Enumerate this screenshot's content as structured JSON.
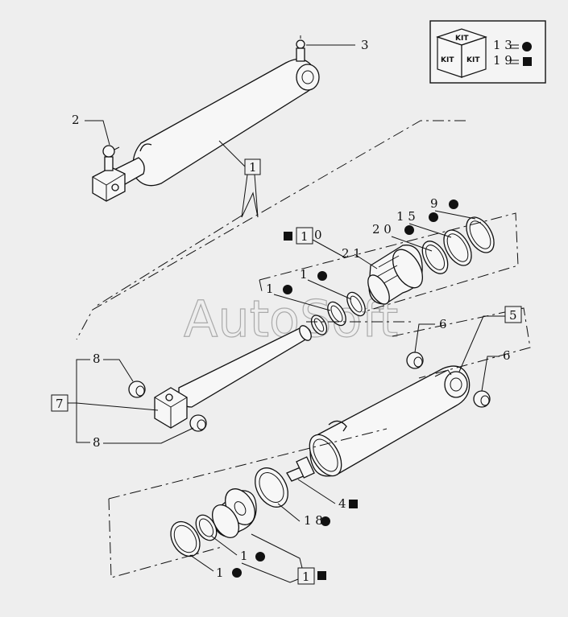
{
  "watermark": "AutoSoft",
  "kit_legend": {
    "cube_faces": [
      "KIT",
      "KIT",
      "KIT"
    ],
    "row1": "1 3",
    "row2": "1 9"
  },
  "callouts": {
    "c3": "3",
    "c2": "2",
    "c1_box_top": "1",
    "c9": "9",
    "c15": "1 5",
    "c20": "2 0",
    "c1_box_mid": "1",
    "c10": "0",
    "c21": "2 1",
    "c1a": "1",
    "c1b": "1",
    "c8_top": "8",
    "c7": "7",
    "c8_bottom": "8",
    "c6_left": "6",
    "c5": "5",
    "c6_right": "6",
    "c4": "4",
    "c18": "1 8",
    "c1c": "1",
    "c1d": "1",
    "c1_box_bottom": "1"
  }
}
